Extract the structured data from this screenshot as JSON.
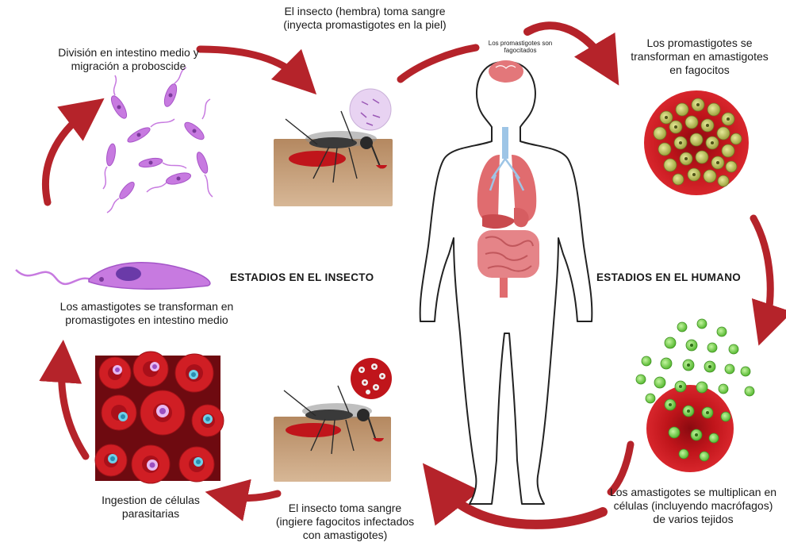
{
  "colors": {
    "arrow": "#b5232a",
    "blood": "#c0151b",
    "parasite": "#c77ae0",
    "amastigote": "#b8c256",
    "infected_cell": "#7ed957",
    "body_outline": "#222222"
  },
  "stages": {
    "insect_header": "ESTADIOS EN EL INSECTO",
    "human_header": "ESTADIOS EN EL HUMANO"
  },
  "labels": {
    "division_1": "División en intestino medio y",
    "division_2": "migración a proboscide",
    "insect_takes_blood_1": "El insecto (hembra) toma sangre",
    "insect_takes_blood_2": "(inyecta promastigotes en la piel)",
    "phagocytosed_1": "Los promastigotes son",
    "phagocytosed_2": "fagocitados",
    "transform_1": "Los promastigotes se",
    "transform_2": "transforman en amastigotes",
    "transform_3": "en fagocitos",
    "multiply_1": "Los amastigotes se multiplican en",
    "multiply_2": "células (incluyendo macrófagos)",
    "multiply_3": "de varios tejidos",
    "insect_ingests_1": "El insecto toma sangre",
    "insect_ingests_2": "(ingiere fagocitos infectados",
    "insect_ingests_3": "con amastigotes)",
    "ingestion_1": "Ingestion de células",
    "ingestion_2": "parasitarias",
    "amastigote_to_promastigote_1": "Los amastigotes se transforman en",
    "amastigote_to_promastigote_2": "promastigotes en intestino medio"
  },
  "icons": [
    "promastigote-cluster-icon",
    "mosquito-icon",
    "human-body-icon",
    "phagocyte-icon",
    "infected-macrophage-icon",
    "red-blood-cells-icon",
    "promastigote-icon",
    "cycle-arrow-icon"
  ]
}
